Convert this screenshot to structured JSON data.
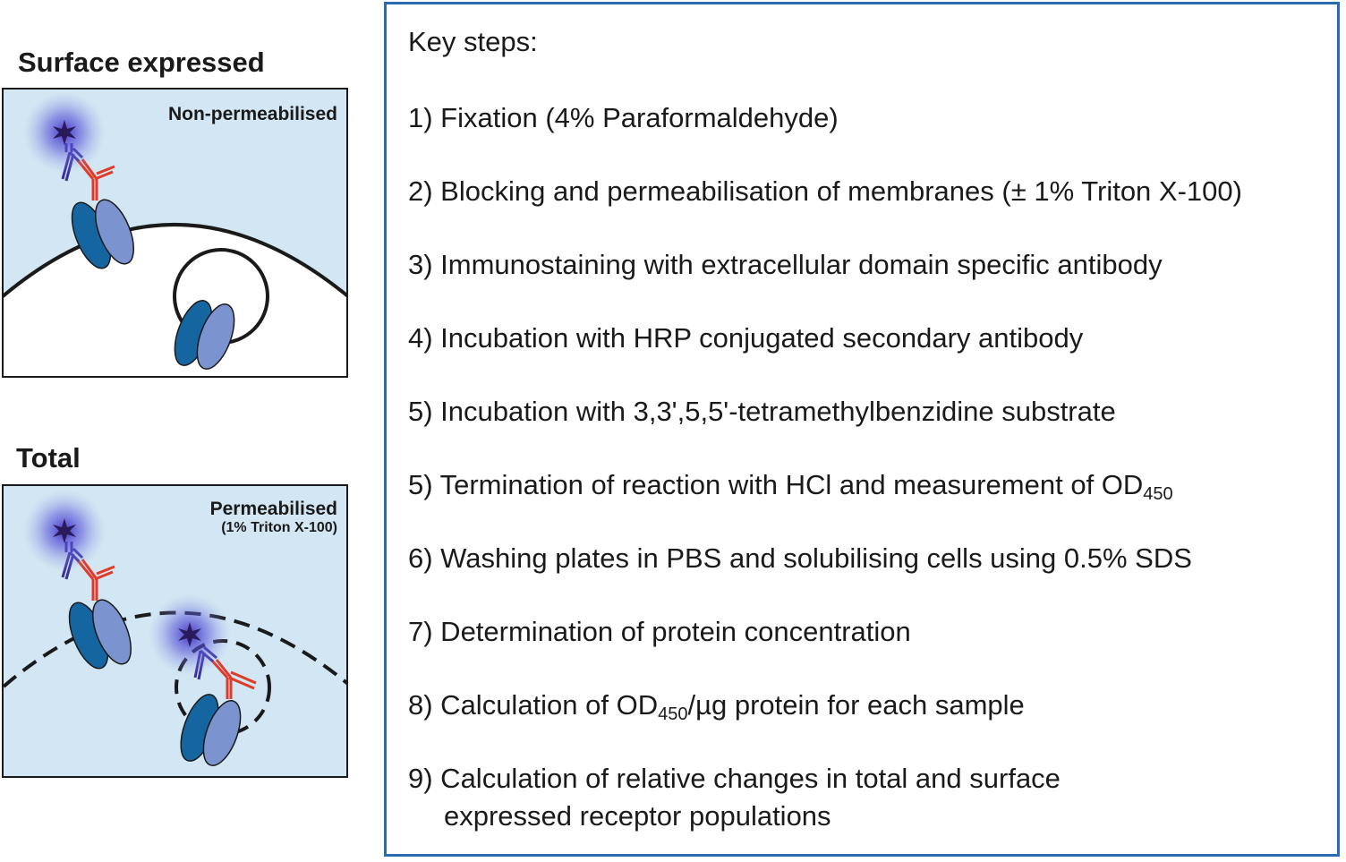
{
  "top_panel": {
    "title": "Surface expressed",
    "corner_label": "Non-permeabilised"
  },
  "bottom_panel": {
    "title": "Total",
    "corner_label": "Permeabilised",
    "corner_sublabel": "(1% Triton X-100)"
  },
  "steps": {
    "heading": "Key steps:",
    "items": [
      {
        "text": "1) Fixation (4% Paraformaldehyde)"
      },
      {
        "text": "2) Blocking and permeabilisation of membranes (± 1% Triton X-100)"
      },
      {
        "text": "3) Immunostaining with extracellular domain specific antibody"
      },
      {
        "text": "4) Incubation with HRP conjugated secondary antibody"
      },
      {
        "text": "5) Incubation with 3,3',5,5'-tetramethylbenzidine substrate"
      },
      {
        "text_before": "5) Termination of reaction with HCl and measurement of OD",
        "sub": "450",
        "text_after": ""
      },
      {
        "text": "6) Washing plates in PBS and solubilising cells using 0.5% SDS"
      },
      {
        "text": "7) Determination of protein concentration"
      },
      {
        "text_before": "8) Calculation of OD",
        "sub": "450",
        "text_after": "/µg protein for each sample"
      },
      {
        "text": "9) Calculation of relative changes in total and surface",
        "continuation": "expressed receptor populations"
      }
    ]
  },
  "colors": {
    "extracellular": "#d2e7f3",
    "receptor_dark": "#1566a0",
    "receptor_light": "#7b93cf",
    "primary_antibody": "#3b2fa0",
    "secondary_antibody": "#e03a2a",
    "box_border": "#2a6bb1"
  }
}
